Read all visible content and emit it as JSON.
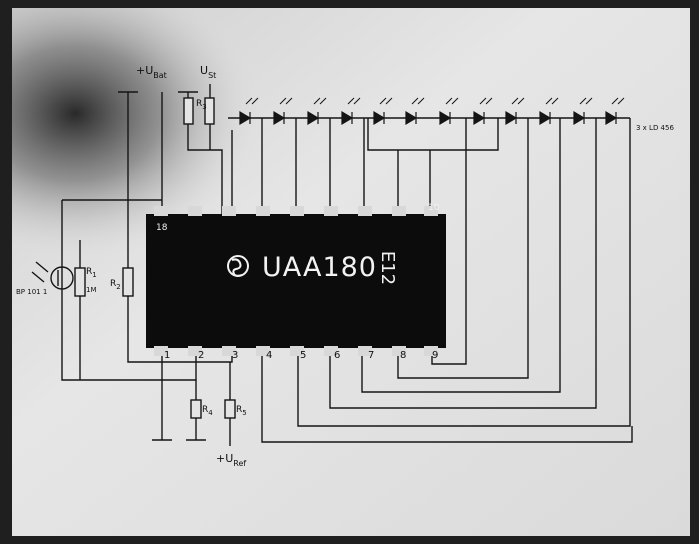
{
  "chip": {
    "logo": "Siemens logo",
    "part_number": "UAA180",
    "marking": "E12",
    "top_pins": [
      "18",
      "10"
    ],
    "bottom_pins": [
      "1",
      "2",
      "3",
      "4",
      "5",
      "6",
      "7",
      "8",
      "9"
    ]
  },
  "labels": {
    "ubat": "+U",
    "ubat_sub": "Bat",
    "ust": "U",
    "ust_sub": "St",
    "uref": "+U",
    "uref_sub": "Ref",
    "phototransistor": "BP 101 1",
    "r1": "R",
    "r1_sub": "1",
    "r1_val": "1M",
    "r2": "R",
    "r2_sub": "2",
    "r3": "R",
    "r3_sub": "3",
    "r4": "R",
    "r4_sub": "4",
    "r5": "R",
    "r5_sub": "5",
    "led_part": "3 x LD 456"
  },
  "colors": {
    "paper": "#e4e4e4",
    "chip": "#0c0c0c",
    "ink": "#151515",
    "frame": "#1f1f1f"
  }
}
